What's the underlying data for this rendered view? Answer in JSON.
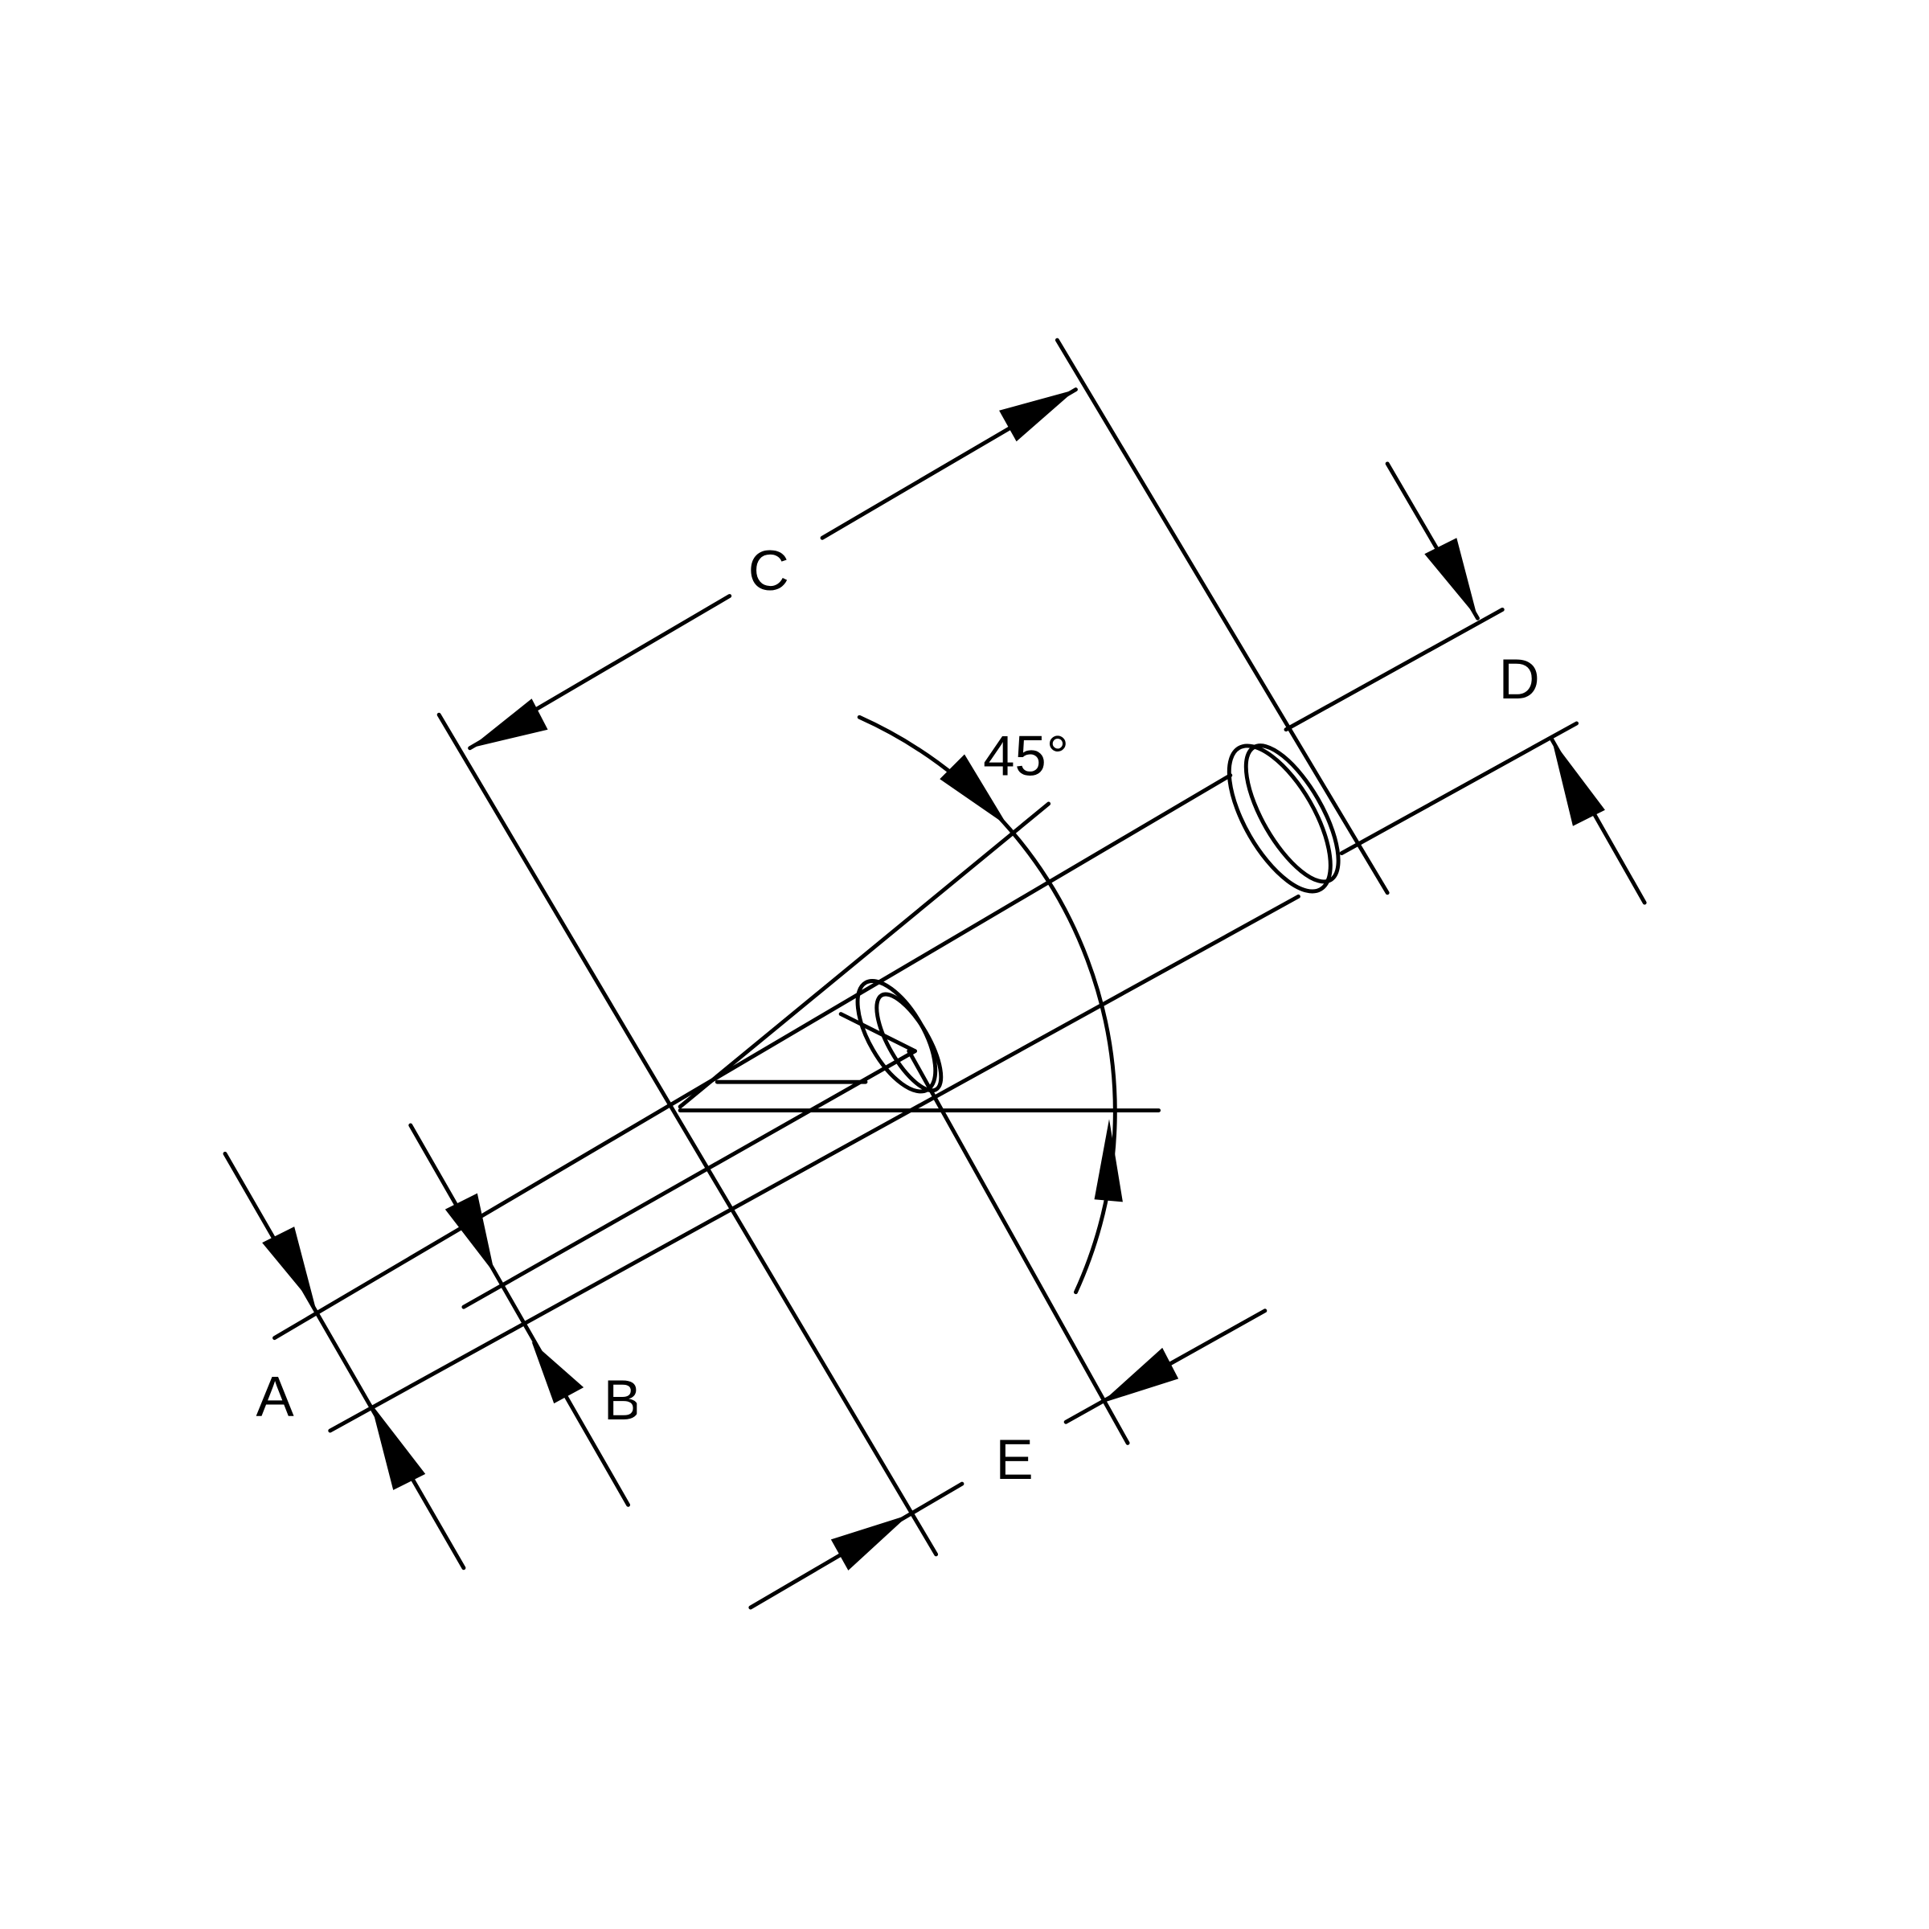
{
  "drawing": {
    "labels": {
      "a": "A",
      "b": "B",
      "c": "C",
      "d": "D",
      "e": "E",
      "angle": "45°"
    },
    "line_color": "#000000",
    "background": "#ffffff"
  }
}
